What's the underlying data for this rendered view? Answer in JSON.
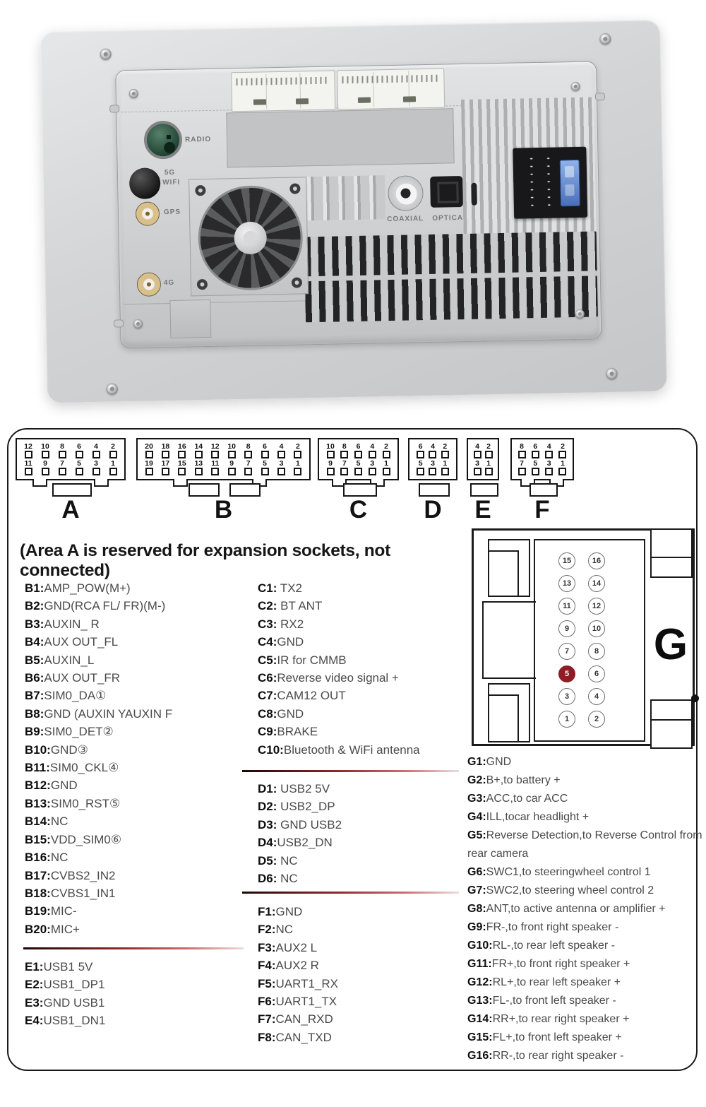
{
  "photo": {
    "labels": {
      "radio": "RADIO",
      "wifi_line1": "5G",
      "wifi_line2": "WIFI",
      "gps": "GPS",
      "cell": "4G",
      "coaxial": "COAXIAL",
      "optical": "OPTICA"
    }
  },
  "note": "(Area A is reserved for expansion sockets, not connected)",
  "connectors": {
    "A": {
      "label": "A",
      "top": [
        "12",
        "10",
        "8",
        "6",
        "4",
        "2"
      ],
      "bottom": [
        "11",
        "9",
        "7",
        "5",
        "3",
        "1"
      ]
    },
    "B": {
      "label": "B",
      "top": [
        "20",
        "18",
        "16",
        "14",
        "12",
        "10",
        "8",
        "6",
        "4",
        "2"
      ],
      "bottom": [
        "19",
        "17",
        "15",
        "13",
        "11",
        "9",
        "7",
        "5",
        "3",
        "1"
      ]
    },
    "C": {
      "label": "C",
      "top": [
        "10",
        "8",
        "6",
        "4",
        "2"
      ],
      "bottom": [
        "9",
        "7",
        "5",
        "3",
        "1"
      ]
    },
    "D": {
      "label": "D",
      "top": [
        "6",
        "4",
        "2"
      ],
      "bottom": [
        "5",
        "3",
        "1"
      ]
    },
    "E": {
      "label": "E",
      "top": [
        "4",
        "2"
      ],
      "bottom": [
        "3",
        "1"
      ]
    },
    "F": {
      "label": "F",
      "top": [
        "8",
        "6",
        "4",
        "2"
      ],
      "bottom": [
        "7",
        "5",
        "3",
        "1"
      ]
    }
  },
  "g_connector": {
    "label": "G",
    "left_pins": [
      "15",
      "13",
      "11",
      "9",
      "7",
      "5",
      "3",
      "1"
    ],
    "right_pins": [
      "16",
      "14",
      "12",
      "10",
      "8",
      "6",
      "4",
      "2"
    ],
    "highlighted_pin": "5",
    "highlight_color": "#8e1d26"
  },
  "lists": {
    "B": [
      {
        "c": "B1:",
        "d": "AMP_POW(M+)"
      },
      {
        "c": "B2:",
        "d": "GND(RCA FL/ FR)(M-)"
      },
      {
        "c": "B3:",
        "d": "AUXIN_ R"
      },
      {
        "c": "B4:",
        "d": "AUX OUT_FL"
      },
      {
        "c": "B5:",
        "d": "AUXIN_L"
      },
      {
        "c": "B6:",
        "d": "AUX OUT_FR"
      },
      {
        "c": "B7:",
        "d": "SIM0_DA①"
      },
      {
        "c": "B8:",
        "d": "GND (AUXIN YAUXIN F"
      },
      {
        "c": "B9:",
        "d": "SIM0_DET②"
      },
      {
        "c": "B10:",
        "d": "GND③"
      },
      {
        "c": "B11:",
        "d": "SIM0_CKL④"
      },
      {
        "c": "B12:",
        "d": "GND"
      },
      {
        "c": "B13:",
        "d": "SIM0_RST⑤"
      },
      {
        "c": "B14:",
        "d": "NC"
      },
      {
        "c": "B15:",
        "d": "VDD_SIM0⑥"
      },
      {
        "c": "B16:",
        "d": "NC"
      },
      {
        "c": "B17:",
        "d": "CVBS2_IN2"
      },
      {
        "c": "B18:",
        "d": "CVBS1_IN1"
      },
      {
        "c": "B19:",
        "d": "MIC-"
      },
      {
        "c": "B20:",
        "d": "MIC+"
      }
    ],
    "C": [
      {
        "c": "C1:",
        "d": " TX2"
      },
      {
        "c": "C2:",
        "d": " BT ANT"
      },
      {
        "c": "C3:",
        "d": " RX2"
      },
      {
        "c": "C4:",
        "d": "GND"
      },
      {
        "c": "C5:",
        "d": "IR for CMMB"
      },
      {
        "c": "C6:",
        "d": "Reverse video signal +"
      },
      {
        "c": "C7:",
        "d": "CAM12 OUT"
      },
      {
        "c": "C8:",
        "d": "GND"
      },
      {
        "c": "C9:",
        "d": "BRAKE"
      },
      {
        "c": "C10:",
        "d": "Bluetooth & WiFi antenna"
      }
    ],
    "D": [
      {
        "c": "D1:",
        "d": " USB2 5V"
      },
      {
        "c": "D2:",
        "d": " USB2_DP"
      },
      {
        "c": "D3:",
        "d": " GND USB2"
      },
      {
        "c": "D4:",
        "d": "USB2_DN"
      },
      {
        "c": "D5:",
        "d": " NC"
      },
      {
        "c": "D6:",
        "d": " NC"
      }
    ],
    "E": [
      {
        "c": "E1:",
        "d": "USB1 5V"
      },
      {
        "c": "E2:",
        "d": "USB1_DP1"
      },
      {
        "c": "E3:",
        "d": "GND USB1"
      },
      {
        "c": "E4:",
        "d": "USB1_DN1"
      }
    ],
    "F": [
      {
        "c": "F1:",
        "d": "GND"
      },
      {
        "c": "F2:",
        "d": "NC"
      },
      {
        "c": "F3:",
        "d": "AUX2 L"
      },
      {
        "c": "F4:",
        "d": "AUX2 R"
      },
      {
        "c": "F5:",
        "d": "UART1_RX"
      },
      {
        "c": "F6:",
        "d": "UART1_TX"
      },
      {
        "c": "F7:",
        "d": "CAN_RXD"
      },
      {
        "c": "F8:",
        "d": "CAN_TXD"
      }
    ],
    "G": [
      {
        "c": "G1:",
        "d": "GND"
      },
      {
        "c": "G2:",
        "d": "B+,to battery +"
      },
      {
        "c": "G3:",
        "d": "ACC,to car ACC"
      },
      {
        "c": "G4:",
        "d": "ILL,tocar headlight +"
      },
      {
        "c": "G5:",
        "d": "Reverse Detection,to Reverse Control from rear camera"
      },
      {
        "c": "G6:",
        "d": "SWC1,to steeringwheel control 1"
      },
      {
        "c": "G7:",
        "d": "SWC2,to steering wheel control 2"
      },
      {
        "c": "G8:",
        "d": "ANT,to active antenna or amplifier +"
      },
      {
        "c": "G9:",
        "d": "FR-,to front right speaker -"
      },
      {
        "c": "G10:",
        "d": "RL-,to rear left speaker -"
      },
      {
        "c": "G11:",
        "d": "FR+,to front right speaker +"
      },
      {
        "c": "G12:",
        "d": "RL+,to rear left speaker +"
      },
      {
        "c": "G13:",
        "d": "FL-,to front left speaker -"
      },
      {
        "c": "G14:",
        "d": "RR+,to rear right speaker +"
      },
      {
        "c": "G15:",
        "d": "FL+,to front left speaker +"
      },
      {
        "c": "G16:",
        "d": "RR-,to rear right speaker -"
      }
    ]
  }
}
